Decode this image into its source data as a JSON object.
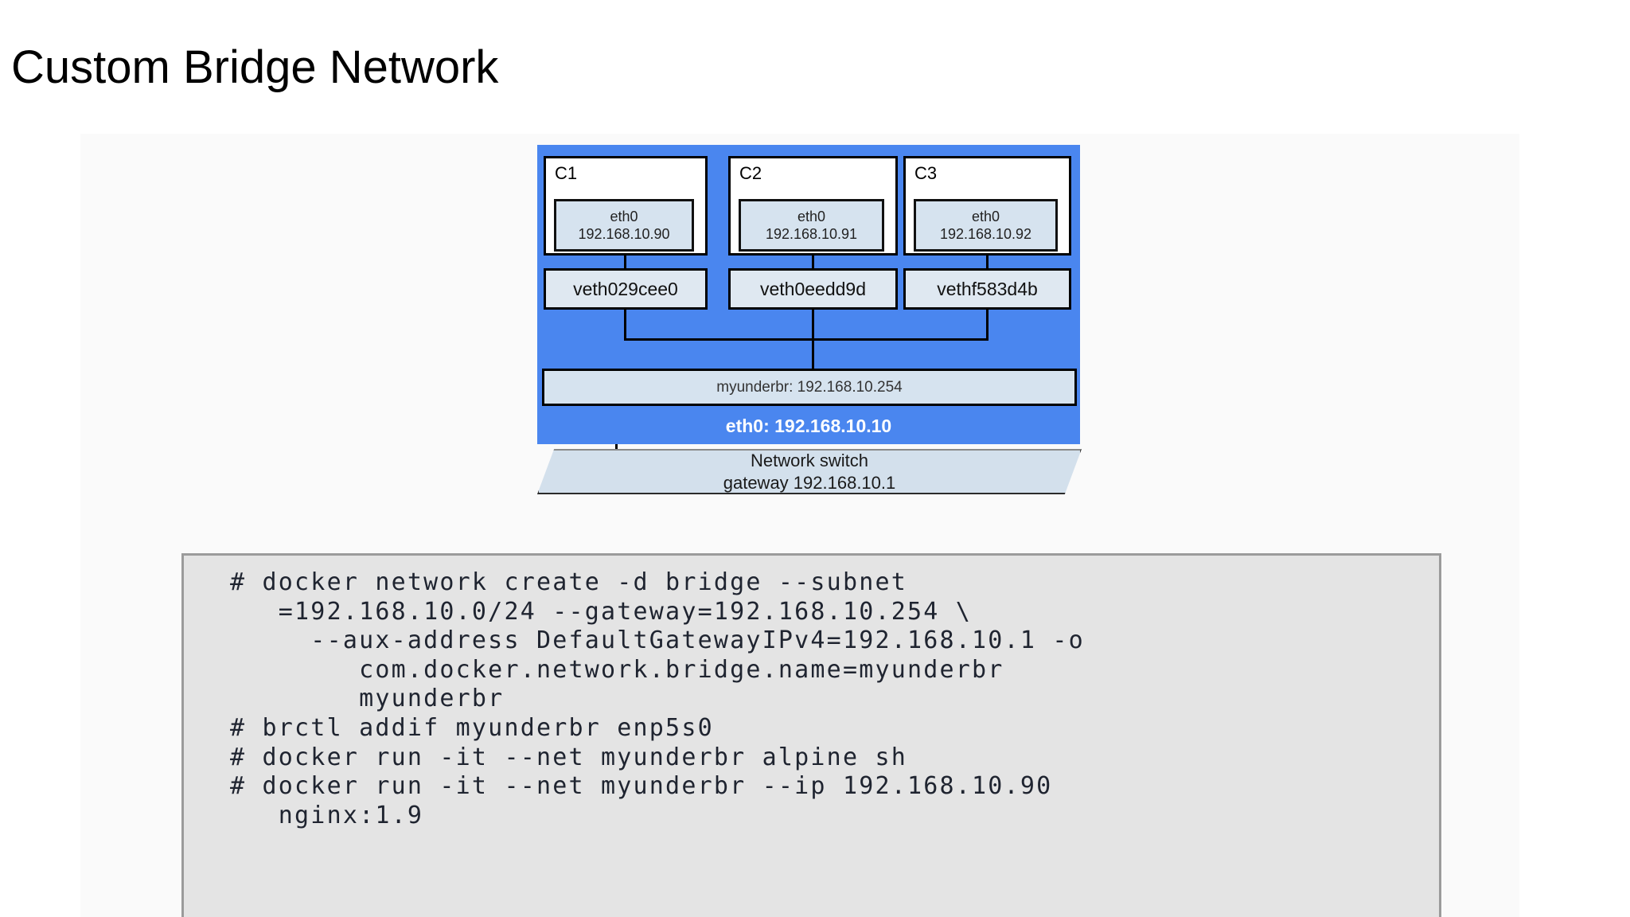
{
  "slide": {
    "title": "Custom Bridge Network"
  },
  "colors": {
    "host_panel": "#4a86ef",
    "node_fill": "#d6e3ef",
    "container_fill": "#ffffff",
    "switch_fill": "#d3e0ec",
    "code_background": "#e4e4e4",
    "panel_background": "#fafafa",
    "host_eth0_text": "#ffffff"
  },
  "diagram": {
    "containers": [
      {
        "name": "C1",
        "interface": "eth0",
        "ip": "192.168.10.90",
        "veth": "veth029cee0"
      },
      {
        "name": "C2",
        "interface": "eth0",
        "ip": "192.168.10.91",
        "veth": "veth0eedd9d"
      },
      {
        "name": "C3",
        "interface": "eth0",
        "ip": "192.168.10.92",
        "veth": "vethf583d4b"
      }
    ],
    "bridge": {
      "label": "myunderbr: 192.168.10.254"
    },
    "host_uplink": {
      "label": "eth0: 192.168.10.10"
    },
    "switch": {
      "line1": "Network switch",
      "line2": "gateway 192.168.10.1"
    }
  },
  "code": {
    "lines": [
      "# docker network create -d bridge --subnet",
      "   =192.168.10.0/24 --gateway=192.168.10.254 \\",
      "     --aux-address DefaultGatewayIPv4=192.168.10.1 -o",
      "        com.docker.network.bridge.name=myunderbr",
      "        myunderbr",
      "# brctl addif myunderbr enp5s0",
      "# docker run -it --net myunderbr alpine sh",
      "# docker run -it --net myunderbr --ip 192.168.10.90",
      "   nginx:1.9"
    ],
    "text": "# docker network create -d bridge --subnet\n   =192.168.10.0/24 --gateway=192.168.10.254 \\\n     --aux-address DefaultGatewayIPv4=192.168.10.1 -o\n        com.docker.network.bridge.name=myunderbr\n        myunderbr\n# brctl addif myunderbr enp5s0\n# docker run -it --net myunderbr alpine sh\n# docker run -it --net myunderbr --ip 192.168.10.90\n   nginx:1.9"
  }
}
